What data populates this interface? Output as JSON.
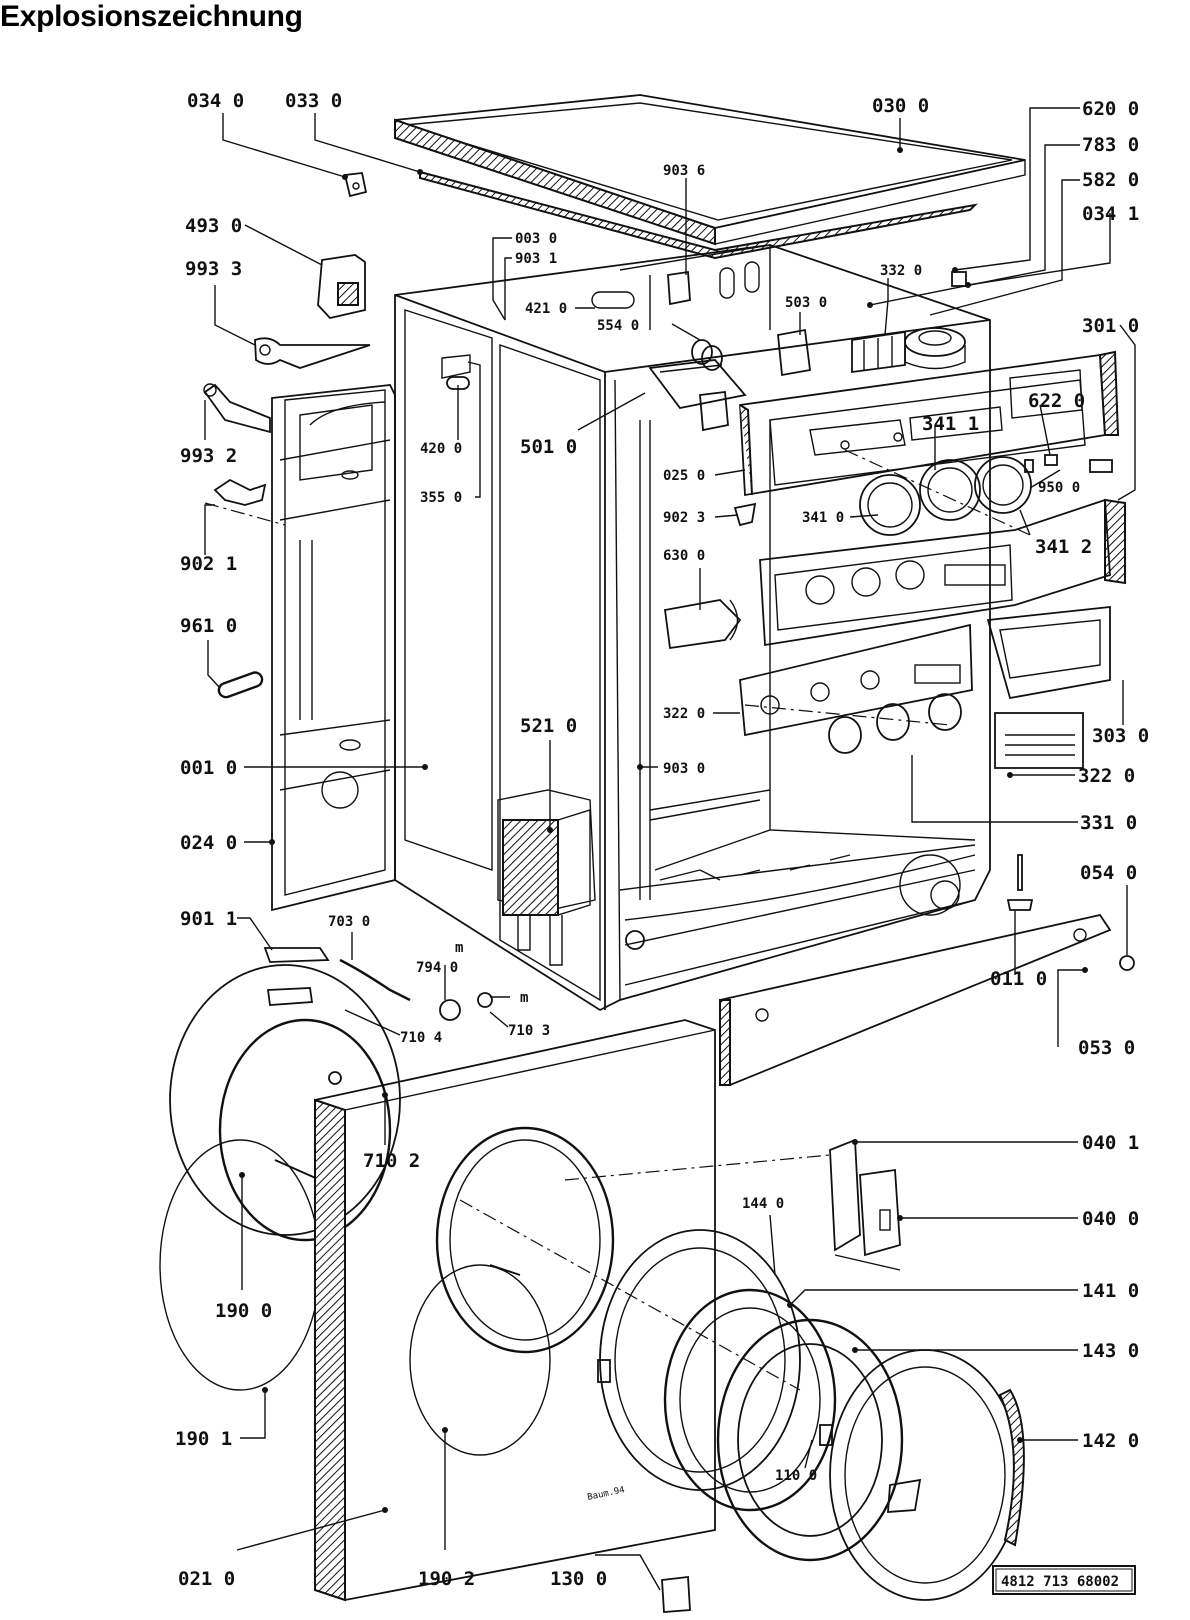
{
  "title": "Explosionszeichnung",
  "doc_number": "4812 713 68002",
  "signature": "Baum.94",
  "colors": {
    "ink": "#111111",
    "background": "#ffffff"
  },
  "labels": [
    {
      "id": "l0340",
      "text": "034 0"
    },
    {
      "id": "l0330",
      "text": "033 0"
    },
    {
      "id": "l0300",
      "text": "030 0"
    },
    {
      "id": "l6200",
      "text": "620 0"
    },
    {
      "id": "l7830",
      "text": "783 0"
    },
    {
      "id": "l5820",
      "text": "582 0"
    },
    {
      "id": "l0341",
      "text": "034 1"
    },
    {
      "id": "l9036",
      "text": "903 6"
    },
    {
      "id": "l4930",
      "text": "493 0"
    },
    {
      "id": "l9933",
      "text": "993 3"
    },
    {
      "id": "l0030",
      "text": "003 0"
    },
    {
      "id": "l9031",
      "text": "903 1"
    },
    {
      "id": "l3320",
      "text": "332 0"
    },
    {
      "id": "l4210",
      "text": "421 0"
    },
    {
      "id": "l5030",
      "text": "503 0"
    },
    {
      "id": "l5540",
      "text": "554 0"
    },
    {
      "id": "l3010",
      "text": "301 0"
    },
    {
      "id": "l6220",
      "text": "622 0"
    },
    {
      "id": "l3411",
      "text": "341 1"
    },
    {
      "id": "l9932",
      "text": "993 2"
    },
    {
      "id": "l4200",
      "text": "420 0"
    },
    {
      "id": "l5010",
      "text": "501 0"
    },
    {
      "id": "l0250",
      "text": "025 0"
    },
    {
      "id": "l9500",
      "text": "950 0"
    },
    {
      "id": "l3550",
      "text": "355 0"
    },
    {
      "id": "l9023",
      "text": "902 3"
    },
    {
      "id": "l3410",
      "text": "341 0"
    },
    {
      "id": "l3412",
      "text": "341 2"
    },
    {
      "id": "l9021",
      "text": "902 1"
    },
    {
      "id": "l6300",
      "text": "630 0"
    },
    {
      "id": "l9610",
      "text": "961 0"
    },
    {
      "id": "l5210",
      "text": "521 0"
    },
    {
      "id": "l3220a",
      "text": "322 0"
    },
    {
      "id": "l3030",
      "text": "303 0"
    },
    {
      "id": "l0010",
      "text": "001 0"
    },
    {
      "id": "l9030",
      "text": "903 0"
    },
    {
      "id": "l3220b",
      "text": "322 0"
    },
    {
      "id": "l3310",
      "text": "331 0"
    },
    {
      "id": "l0240",
      "text": "024 0"
    },
    {
      "id": "l0540",
      "text": "054 0"
    },
    {
      "id": "l9011",
      "text": "901 1"
    },
    {
      "id": "l7030",
      "text": "703 0"
    },
    {
      "id": "l7940",
      "text": "794 0"
    },
    {
      "id": "lm1",
      "text": "m"
    },
    {
      "id": "lm2",
      "text": "m"
    },
    {
      "id": "l0110",
      "text": "011 0"
    },
    {
      "id": "l7104",
      "text": "710 4"
    },
    {
      "id": "l7103",
      "text": "710 3"
    },
    {
      "id": "l0530",
      "text": "053 0"
    },
    {
      "id": "l7102",
      "text": "710 2"
    },
    {
      "id": "l0401",
      "text": "040 1"
    },
    {
      "id": "l1440",
      "text": "144 0"
    },
    {
      "id": "l0400",
      "text": "040 0"
    },
    {
      "id": "l1900",
      "text": "190 0"
    },
    {
      "id": "l1410",
      "text": "141 0"
    },
    {
      "id": "l1430",
      "text": "143 0"
    },
    {
      "id": "l1901",
      "text": "190 1"
    },
    {
      "id": "l1420",
      "text": "142 0"
    },
    {
      "id": "l1100",
      "text": "110 0"
    },
    {
      "id": "l0210",
      "text": "021 0"
    },
    {
      "id": "l1902",
      "text": "190 2"
    },
    {
      "id": "l1300",
      "text": "130 0"
    }
  ]
}
